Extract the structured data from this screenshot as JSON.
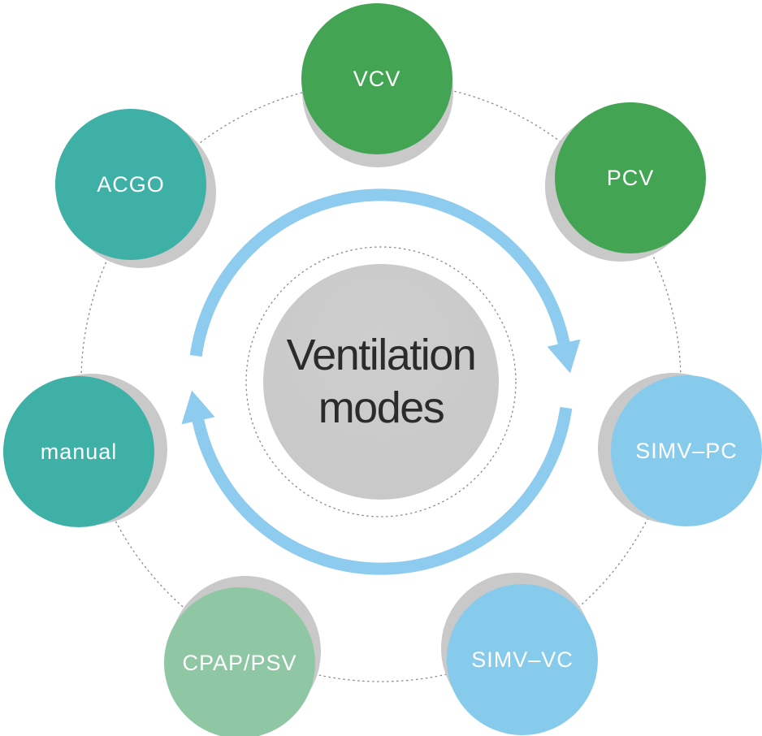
{
  "center": {
    "title": "Ventilation modes"
  },
  "nodes": [
    {
      "label": "VCV",
      "color": "#43A554"
    },
    {
      "label": "PCV",
      "color": "#43A554"
    },
    {
      "label": "SIMV–PC",
      "color": "#87CBEC"
    },
    {
      "label": "SIMV–VC",
      "color": "#87CBEC"
    },
    {
      "label": "CPAP/PSV",
      "color": "#8FC7A4"
    },
    {
      "label": "manual",
      "color": "#3FB0A6"
    },
    {
      "label": "ACGO",
      "color": "#3FB0A6"
    }
  ],
  "icons": {
    "cycle_arrows": "clockwise-cycle-arrows-icon"
  },
  "colors": {
    "arrow": "#8DCBEF",
    "shadow": "#C9C9C9",
    "center-fill": "#C9C9C9",
    "dotted": "#8A8A8A",
    "title-text": "#2B2B2B",
    "label-text": "#FFFFFF"
  }
}
